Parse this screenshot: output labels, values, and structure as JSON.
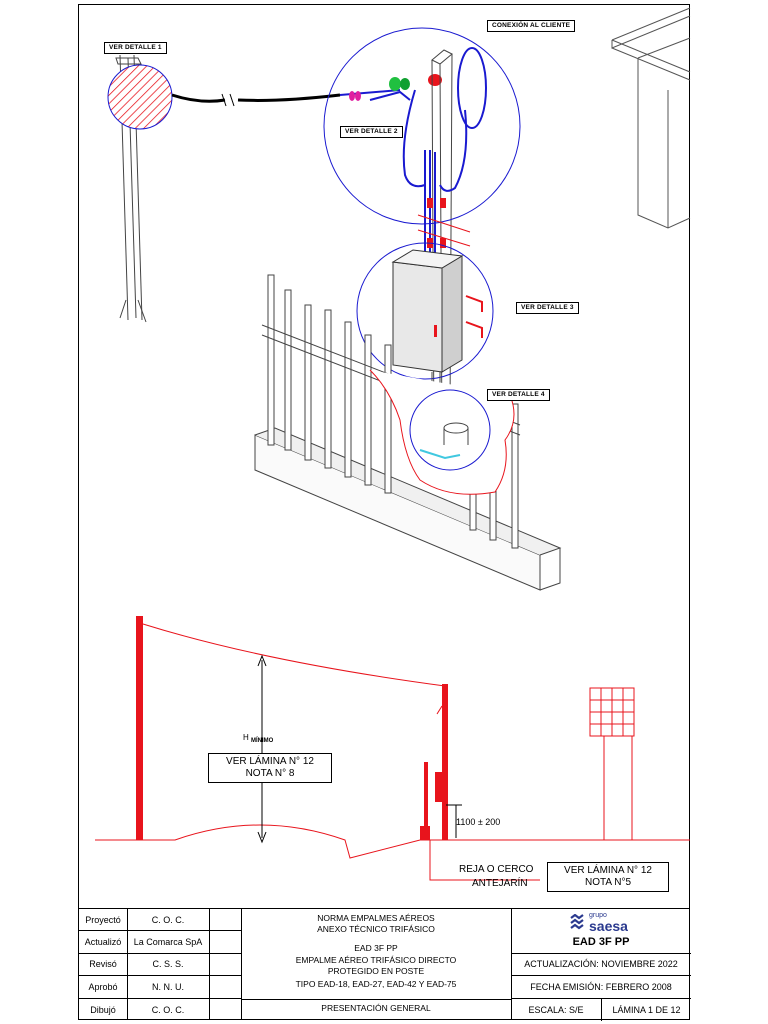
{
  "labels": {
    "detalle1": "VER DETALLE 1",
    "detalle2": "VER DETALLE 2",
    "detalle3": "VER DETALLE 3",
    "detalle4": "VER DETALLE 4",
    "conexion": "CONEXIÓN AL CLIENTE"
  },
  "elevation": {
    "h_letter": "H",
    "h_sub": "MÍNIMO",
    "note1_line1": "VER LÁMINA N° 12",
    "note1_line2": "NOTA N° 8",
    "dimension": "1100 ± 200",
    "fence_line1": "REJA O CERCO",
    "fence_line2": "ANTEJARÍN",
    "note2_line1": "VER LÁMINA N° 12",
    "note2_line2": "NOTA N°5"
  },
  "title_block": {
    "rows": [
      {
        "role": "Proyectó",
        "name": "C. O. C."
      },
      {
        "role": "Actualizó",
        "name": "La Comarca SpA"
      },
      {
        "role": "Revisó",
        "name": "C. S. S."
      },
      {
        "role": "Aprobó",
        "name": "N. N. U."
      },
      {
        "role": "Dibujó",
        "name": "C. O. C."
      }
    ],
    "center": {
      "line1": "NORMA EMPALMES AÉREOS",
      "line2": "ANEXO TÉCNICO TRIFÁSICO",
      "line3": "EAD 3F PP",
      "line4": "EMPALME AÉREO TRIFÁSICO DIRECTO",
      "line5": "PROTEGIDO EN POSTE",
      "line6": "TIPO EAD-18, EAD-27, EAD-42 Y EAD-75",
      "line7": "PRESENTACIÓN GENERAL"
    },
    "logo": {
      "small": "grupo",
      "brand": "saesa"
    },
    "code": "EAD 3F PP",
    "actualizacion": "ACTUALIZACIÓN: NOVIEMBRE 2022",
    "fecha": "FECHA EMISIÓN: FEBRERO 2008",
    "escala": "ESCALA: S/E",
    "lamina": "LÁMINA 1 DE 12"
  },
  "colors": {
    "red": "#e8141c",
    "blue": "#1a1ad0",
    "cyan": "#40c8e0",
    "logo_blue": "#2b3a8f"
  }
}
